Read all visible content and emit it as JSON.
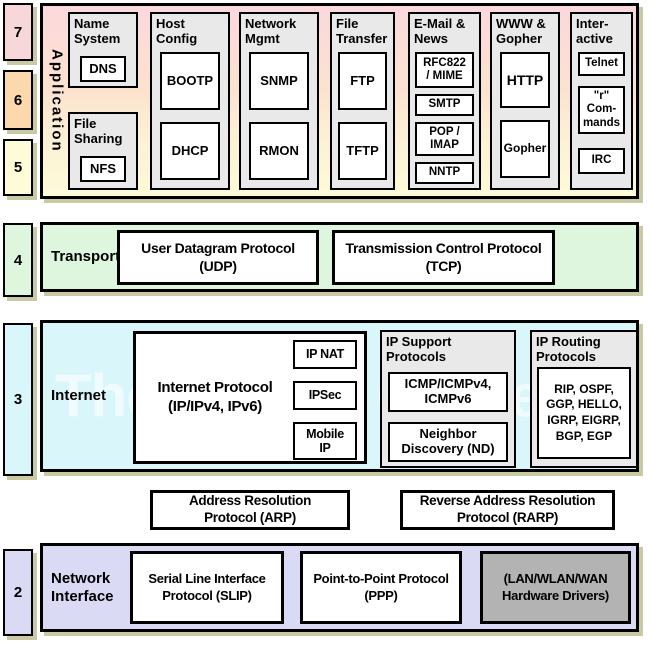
{
  "watermark": "The TCP/IP Guide",
  "palette": {
    "layer7_pink": "#f8d7db",
    "layer6_peach": "#fbd9ac",
    "layer5_yellow": "#fdfbd8",
    "transport_green": "#ddf6dd",
    "internet_cyan": "#d9f6fa",
    "network_lavender": "#dbdaf5",
    "group_gray": "#e9e9e9",
    "hardware_gray": "#b3b3b3",
    "shadow_tan": "#c9c9a4"
  },
  "layer_numbers": {
    "l7": "7",
    "l6": "6",
    "l5": "5",
    "l4": "4",
    "l3": "3",
    "l2": "2"
  },
  "application": {
    "label": "Application",
    "groups": {
      "name_system": {
        "title": "Name System",
        "dns": "DNS"
      },
      "file_sharing": {
        "title": "File Sharing",
        "nfs": "NFS"
      },
      "host_config": {
        "title": "Host Config",
        "bootp": "BOOTP",
        "dhcp": "DHCP"
      },
      "network_mgmt": {
        "title": "Network Mgmt",
        "snmp": "SNMP",
        "rmon": "RMON"
      },
      "file_transfer": {
        "title": "File Transfer",
        "ftp": "FTP",
        "tftp": "TFTP"
      },
      "email_news": {
        "title": "E-Mail & News",
        "rfc822": [
          "RFC822",
          "/ MIME"
        ],
        "smtp": "SMTP",
        "pop_imap": [
          "POP /",
          "IMAP"
        ],
        "nntp": "NNTP"
      },
      "www_gopher": {
        "title": "WWW & Gopher",
        "http": "HTTP",
        "gopher": "Gopher"
      },
      "interactive": {
        "title": [
          "Inter-",
          "active"
        ],
        "telnet": "Telnet",
        "r_commands": [
          "\"r\"",
          "Com-",
          "mands"
        ],
        "irc": "IRC"
      }
    }
  },
  "transport": {
    "label": "Transport",
    "udp": [
      "User Datagram Protocol",
      "(UDP)"
    ],
    "tcp": [
      "Transmission Control Protocol",
      "(TCP)"
    ]
  },
  "internet": {
    "label": "Internet",
    "ip": [
      "Internet Protocol",
      "(IP/IPv4, IPv6)"
    ],
    "ip_nat": "IP NAT",
    "ipsec": "IPSec",
    "mobile_ip": [
      "Mobile",
      "IP"
    ],
    "support": {
      "title": "IP Support Protocols",
      "icmp": [
        "ICMP/ICMPv4,",
        "ICMPv6"
      ],
      "nd": [
        "Neighbor",
        "Discovery (ND)"
      ]
    },
    "routing": {
      "title": "IP Routing Protocols",
      "list": [
        "RIP, OSPF,",
        "GGP, HELLO,",
        "IGRP, EIGRP,",
        "BGP, EGP"
      ]
    }
  },
  "address_resolution": {
    "arp": [
      "Address Resolution",
      "Protocol (ARP)"
    ],
    "rarp": [
      "Reverse Address Resolution",
      "Protocol (RARP)"
    ]
  },
  "network_interface": {
    "label": "Network Interface",
    "slip": [
      "Serial Line Interface",
      "Protocol (SLIP)"
    ],
    "ppp": [
      "Point-to-Point Protocol",
      "(PPP)"
    ],
    "hardware": [
      "(LAN/WLAN/WAN",
      "Hardware Drivers)"
    ]
  }
}
